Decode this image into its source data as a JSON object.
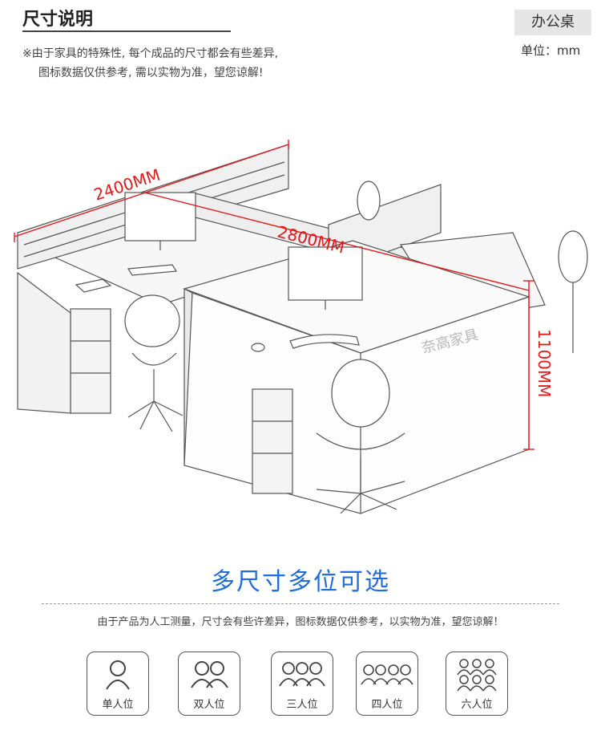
{
  "header": {
    "title": "尺寸说明",
    "notice_line1": "※由于家具的特殊性, 每个成品的尺寸都会有些差异,",
    "notice_line2": "图标数据仅供参考, 需以实物为准，望您谅解!",
    "product_tag": "办公桌",
    "unit": "单位：mm"
  },
  "illustration": {
    "dim_width": "2400MM",
    "dim_length": "2800MM",
    "dim_height": "1100MM",
    "watermark": "奈高家具"
  },
  "sizes_section": {
    "headline": "多尺寸多位可选",
    "subtext": "由于产品为人工测量，尺寸会有些许差异，图标数据仅供参考，以实物为准，望您谅解！",
    "options": [
      {
        "label": "单人位",
        "icon": "single-person-icon"
      },
      {
        "label": "双人位",
        "icon": "two-person-icon"
      },
      {
        "label": "三人位",
        "icon": "three-person-icon"
      },
      {
        "label": "四人位",
        "icon": "four-person-icon"
      },
      {
        "label": "六人位",
        "icon": "six-person-icon"
      }
    ]
  },
  "colors": {
    "accent": "#1f6ee0",
    "dimension": "#e21b1b"
  }
}
